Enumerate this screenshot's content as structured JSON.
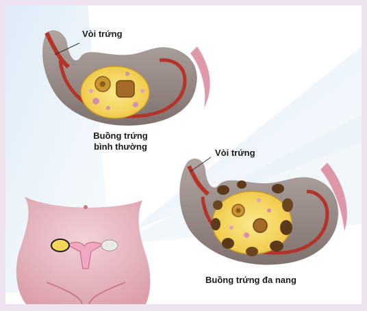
{
  "labels": {
    "tube_normal": "Vòi trứng",
    "ovary_normal_line1": "Buồng trứng",
    "ovary_normal_line2": "bình thường",
    "tube_pcos": "Vòi trứng",
    "ovary_pcos": "Buồng trứng đa nang"
  },
  "colors": {
    "background_border": "#ece3ee",
    "ovary_yellow": "#f4d75a",
    "follicle_brown": "#8a5a1e",
    "cyst_dark": "#5a3a1a",
    "tissue_gray": "#9c8f8a",
    "wall_red": "#b4342a",
    "skin_pink": "#e7b6be",
    "beam_blue": "#bcd8ee"
  }
}
